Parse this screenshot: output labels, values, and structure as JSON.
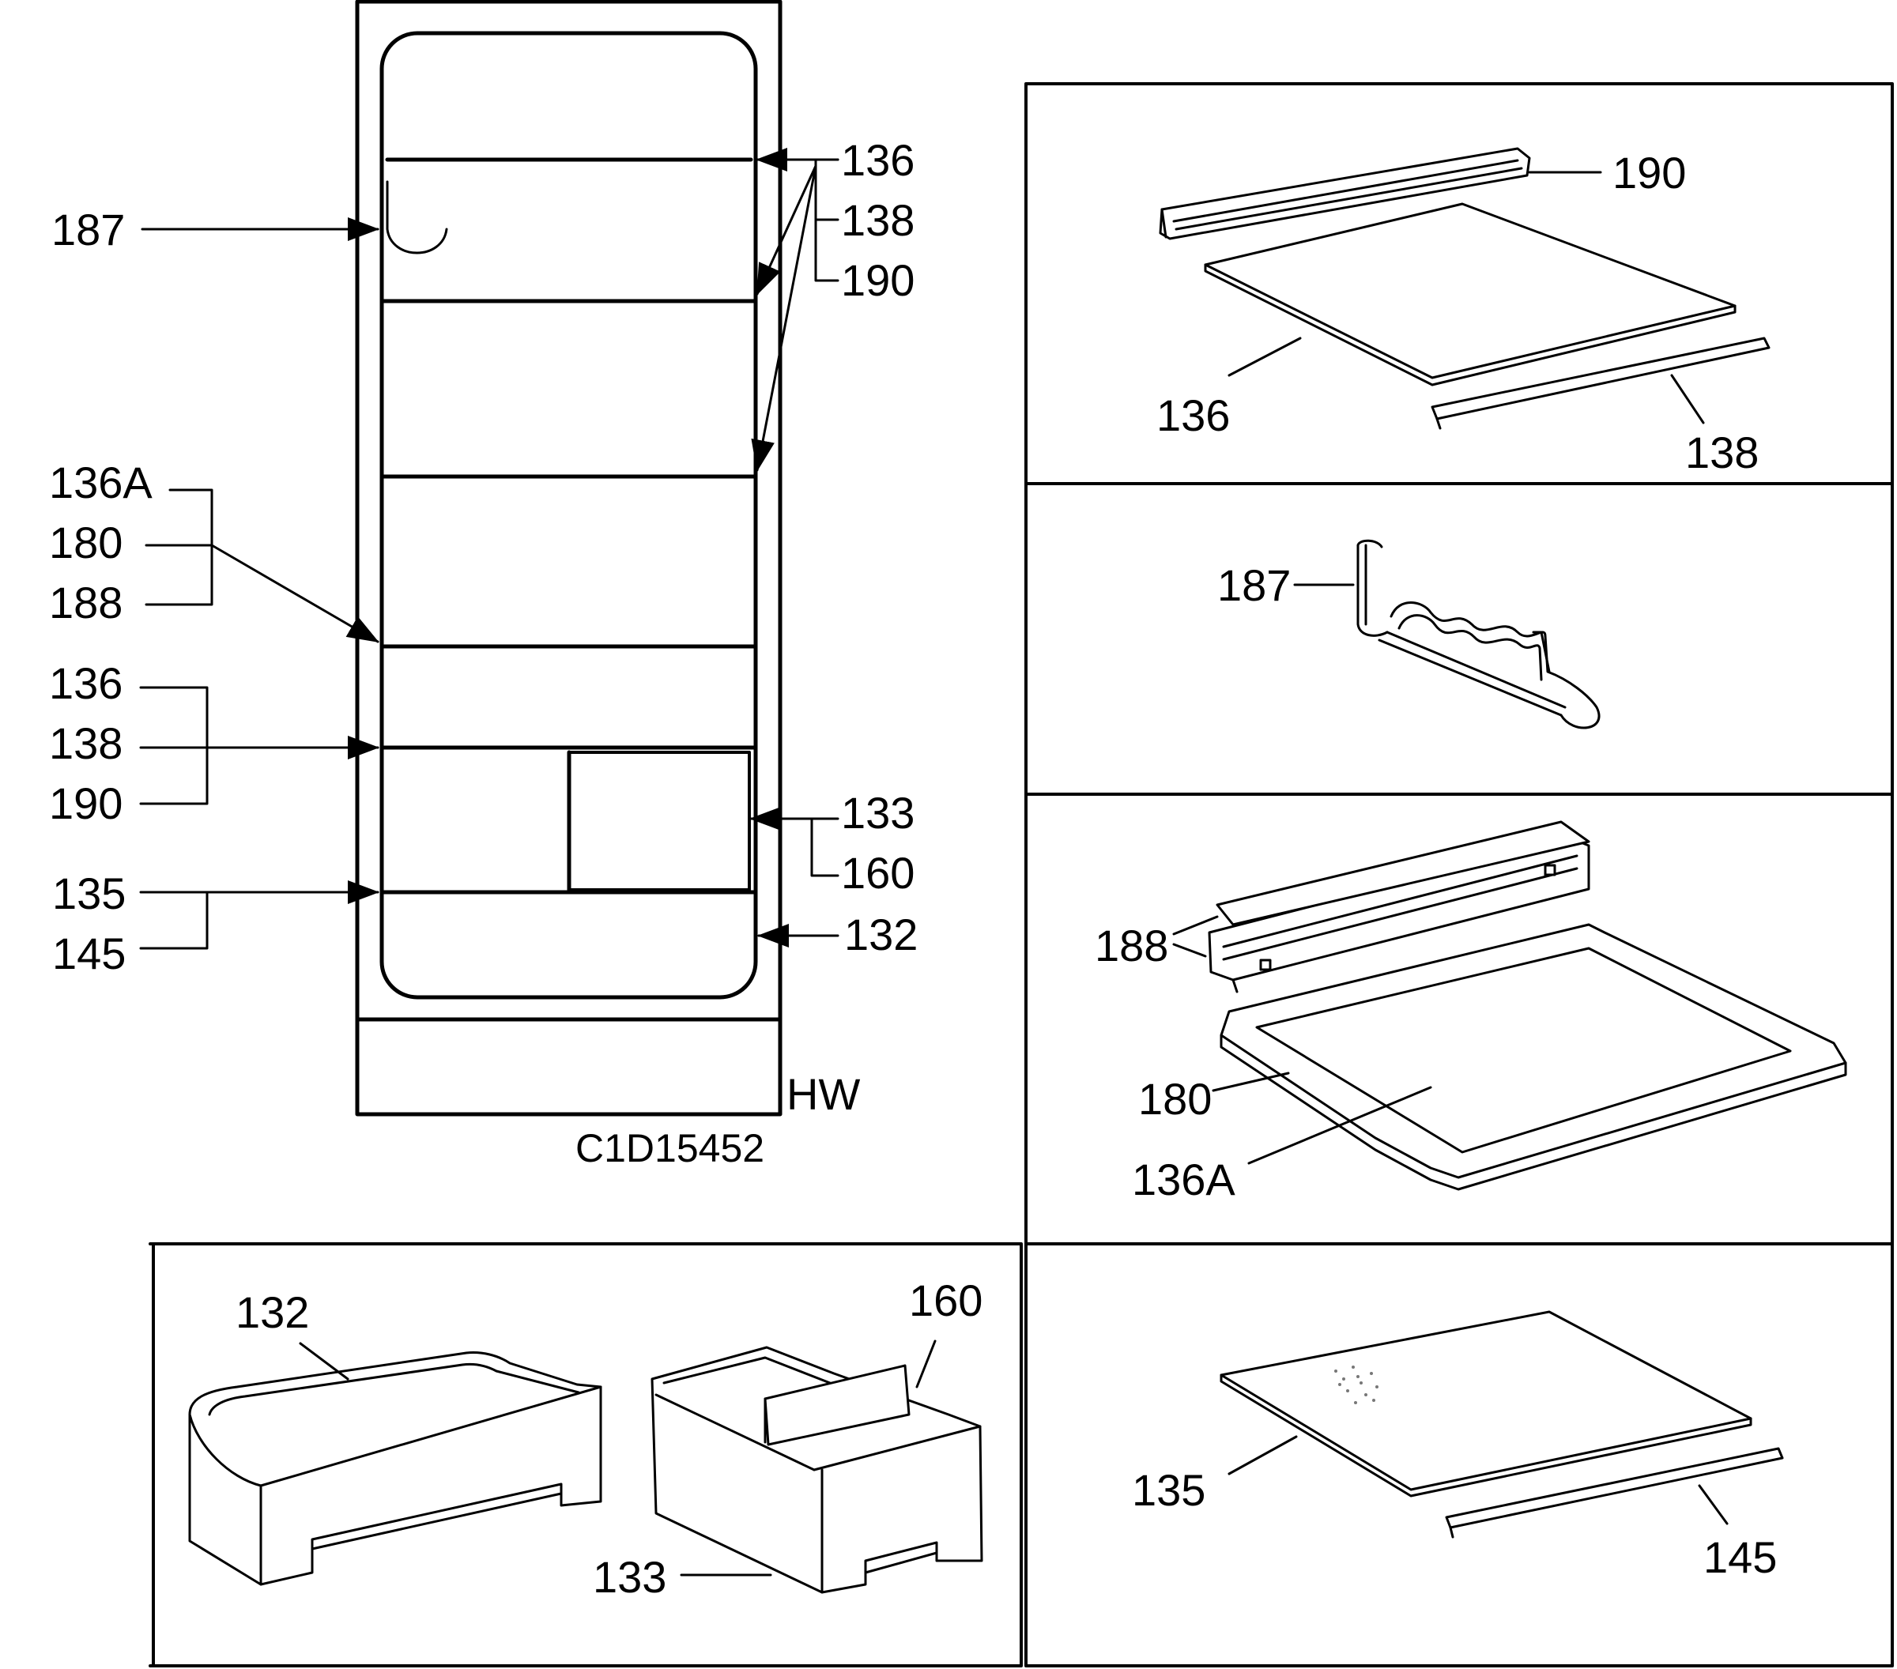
{
  "main_labels": {
    "l187": "187",
    "l136a": "136A",
    "l180": "180",
    "l188": "188",
    "l136b": "136",
    "l138b": "138",
    "l190b": "190",
    "l135": "135",
    "l145": "145",
    "r136": "136",
    "r138": "138",
    "r190": "190",
    "r133": "133",
    "r160": "160",
    "r132": "132",
    "hw": "HW",
    "code": "C1D15452"
  },
  "panel_shelf": {
    "p190": "190",
    "p136": "136",
    "p138": "138"
  },
  "panel_rack": {
    "p187": "187"
  },
  "panel_frame": {
    "p188": "188",
    "p180": "180",
    "p136a": "136A"
  },
  "panel_glass": {
    "p135": "135",
    "p145": "145"
  },
  "panel_drawers": {
    "p132": "132",
    "p160": "160",
    "p133": "133"
  }
}
